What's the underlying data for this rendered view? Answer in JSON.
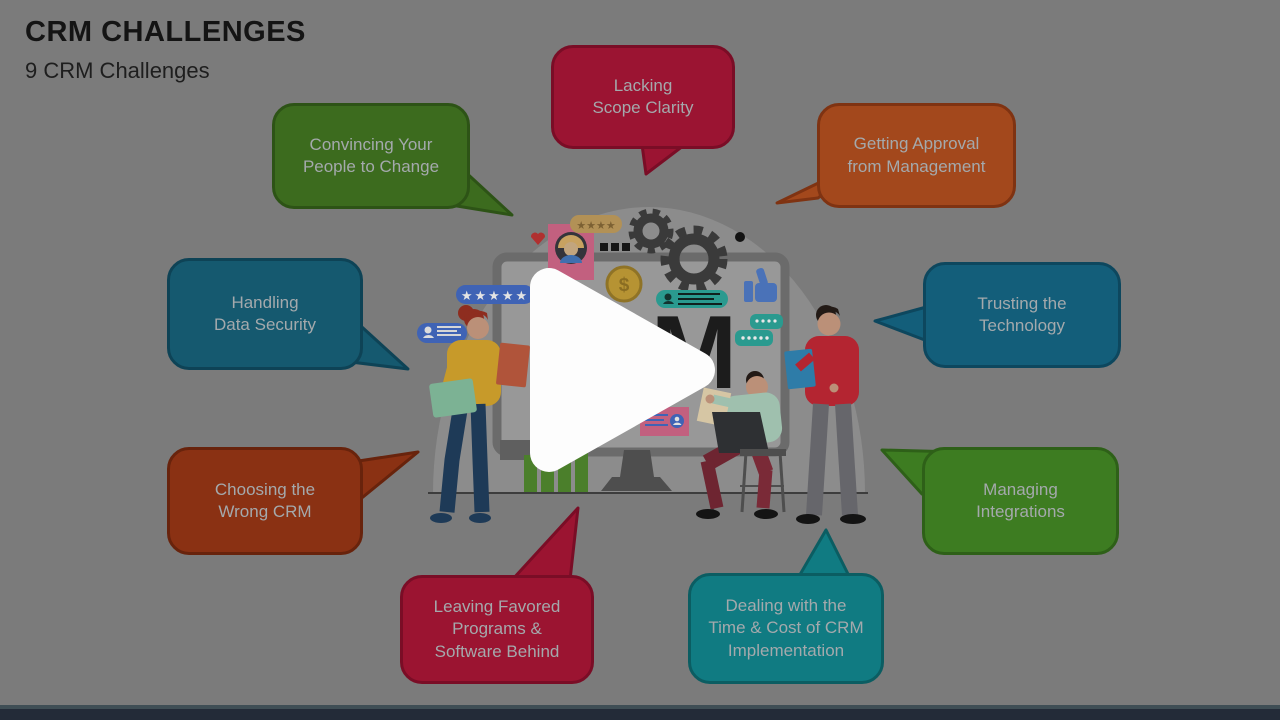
{
  "slide": {
    "title": "CRM CHALLENGES",
    "subtitle": "9 CRM Challenges"
  },
  "bubbles": [
    {
      "name": "lacking-scope-clarity",
      "label": "Lacking\nScope Clarity",
      "fill": "#9b1432",
      "border": "#7a0d26"
    },
    {
      "name": "convincing-your-people-to-change",
      "label": "Convincing Your\nPeople to Change",
      "fill": "#3c6b1e",
      "border": "#2d5316"
    },
    {
      "name": "getting-approval-from-management",
      "label": "Getting Approval\nfrom Management",
      "fill": "#a3481c",
      "border": "#7f3312"
    },
    {
      "name": "handling-data-security",
      "label": "Handling\nData Security",
      "fill": "#15596f",
      "border": "#0e4356"
    },
    {
      "name": "trusting-the-technology",
      "label": "Trusting the\nTechnology",
      "fill": "#135e7a",
      "border": "#0d475e"
    },
    {
      "name": "choosing-the-wrong-crm",
      "label": "Choosing the\nWrong CRM",
      "fill": "#8a3113",
      "border": "#68230c"
    },
    {
      "name": "managing-integrations",
      "label": "Managing\nIntegrations",
      "fill": "#3d7c21",
      "border": "#2e6018"
    },
    {
      "name": "leaving-favored-programs",
      "label": "Leaving Favored\nPrograms &\nSoftware Behind",
      "fill": "#9b1431",
      "border": "#7a0d26"
    },
    {
      "name": "dealing-with-time-and-cost",
      "label": "Dealing with the\nTime & Cost of CRM\nImplementation",
      "fill": "#107b82",
      "border": "#0b5d62"
    }
  ],
  "illustration": {
    "monitor_letter": "M",
    "coin_symbol": "$",
    "stars_four": "★★★★",
    "stars_five": "★★★★★"
  },
  "player": {
    "bar_color": "#232b38",
    "state": "paused"
  },
  "colors": {
    "background": "#7b7b7b",
    "dome": "#8c8c8c",
    "title_text": "#141414",
    "bubble_text": "#a4a9ac",
    "play_button": "#fdfdfd",
    "player_bar": "#232b38"
  }
}
